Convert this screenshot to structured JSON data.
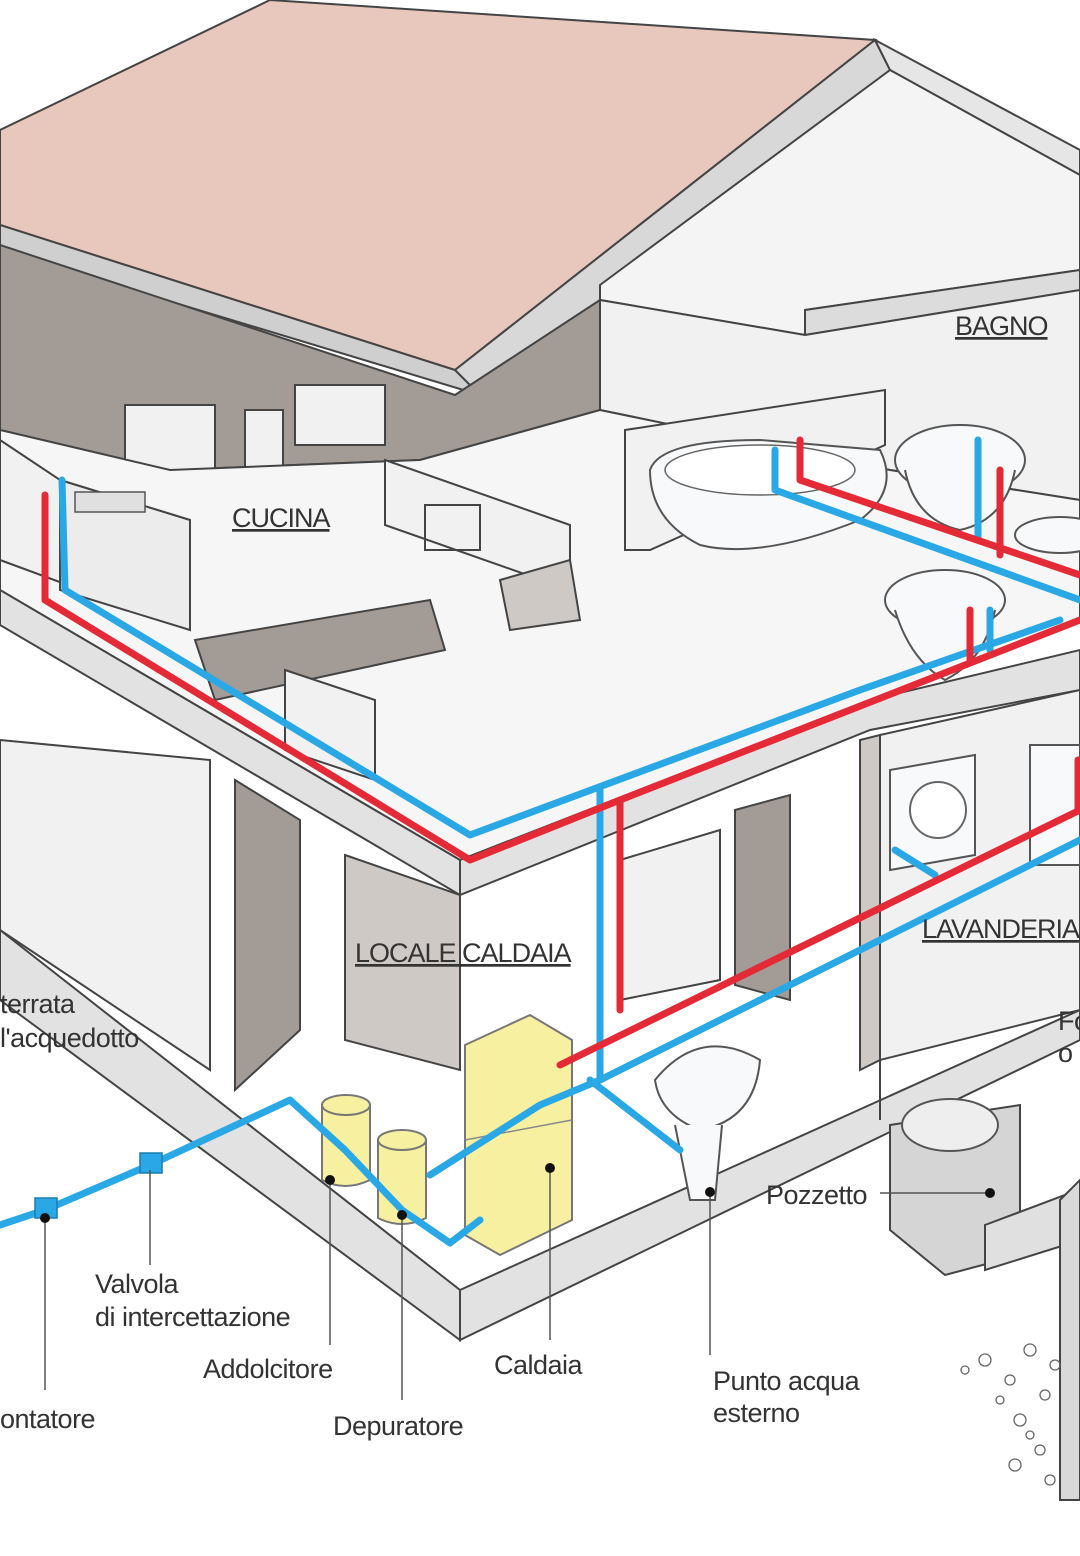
{
  "rooms": {
    "bagno": "BAGNO",
    "cucina": "CUCINA",
    "locale_caldaia": "LOCALE CALDAIA",
    "lavanderia": "LAVANDERIA"
  },
  "components": {
    "interrata_line1": "terrata",
    "interrata_line2": "l'acquedotto",
    "valvola_line1": "Valvola",
    "valvola_line2": "di intercettazione",
    "addolcitore": "Addolcitore",
    "contatore": "ontatore",
    "depuratore": "Depuratore",
    "caldaia": "Caldaia",
    "punto_acqua_line1": "Punto acqua",
    "punto_acqua_line2": "esterno",
    "pozzetto": "Pozzetto",
    "fossa_line1": "Fo",
    "fossa_line2": "o"
  },
  "colors": {
    "cold_water": "#2aa8e6",
    "hot_water": "#e32a36",
    "roof": "#e8c7bd",
    "tank": "#f7f0a0"
  }
}
